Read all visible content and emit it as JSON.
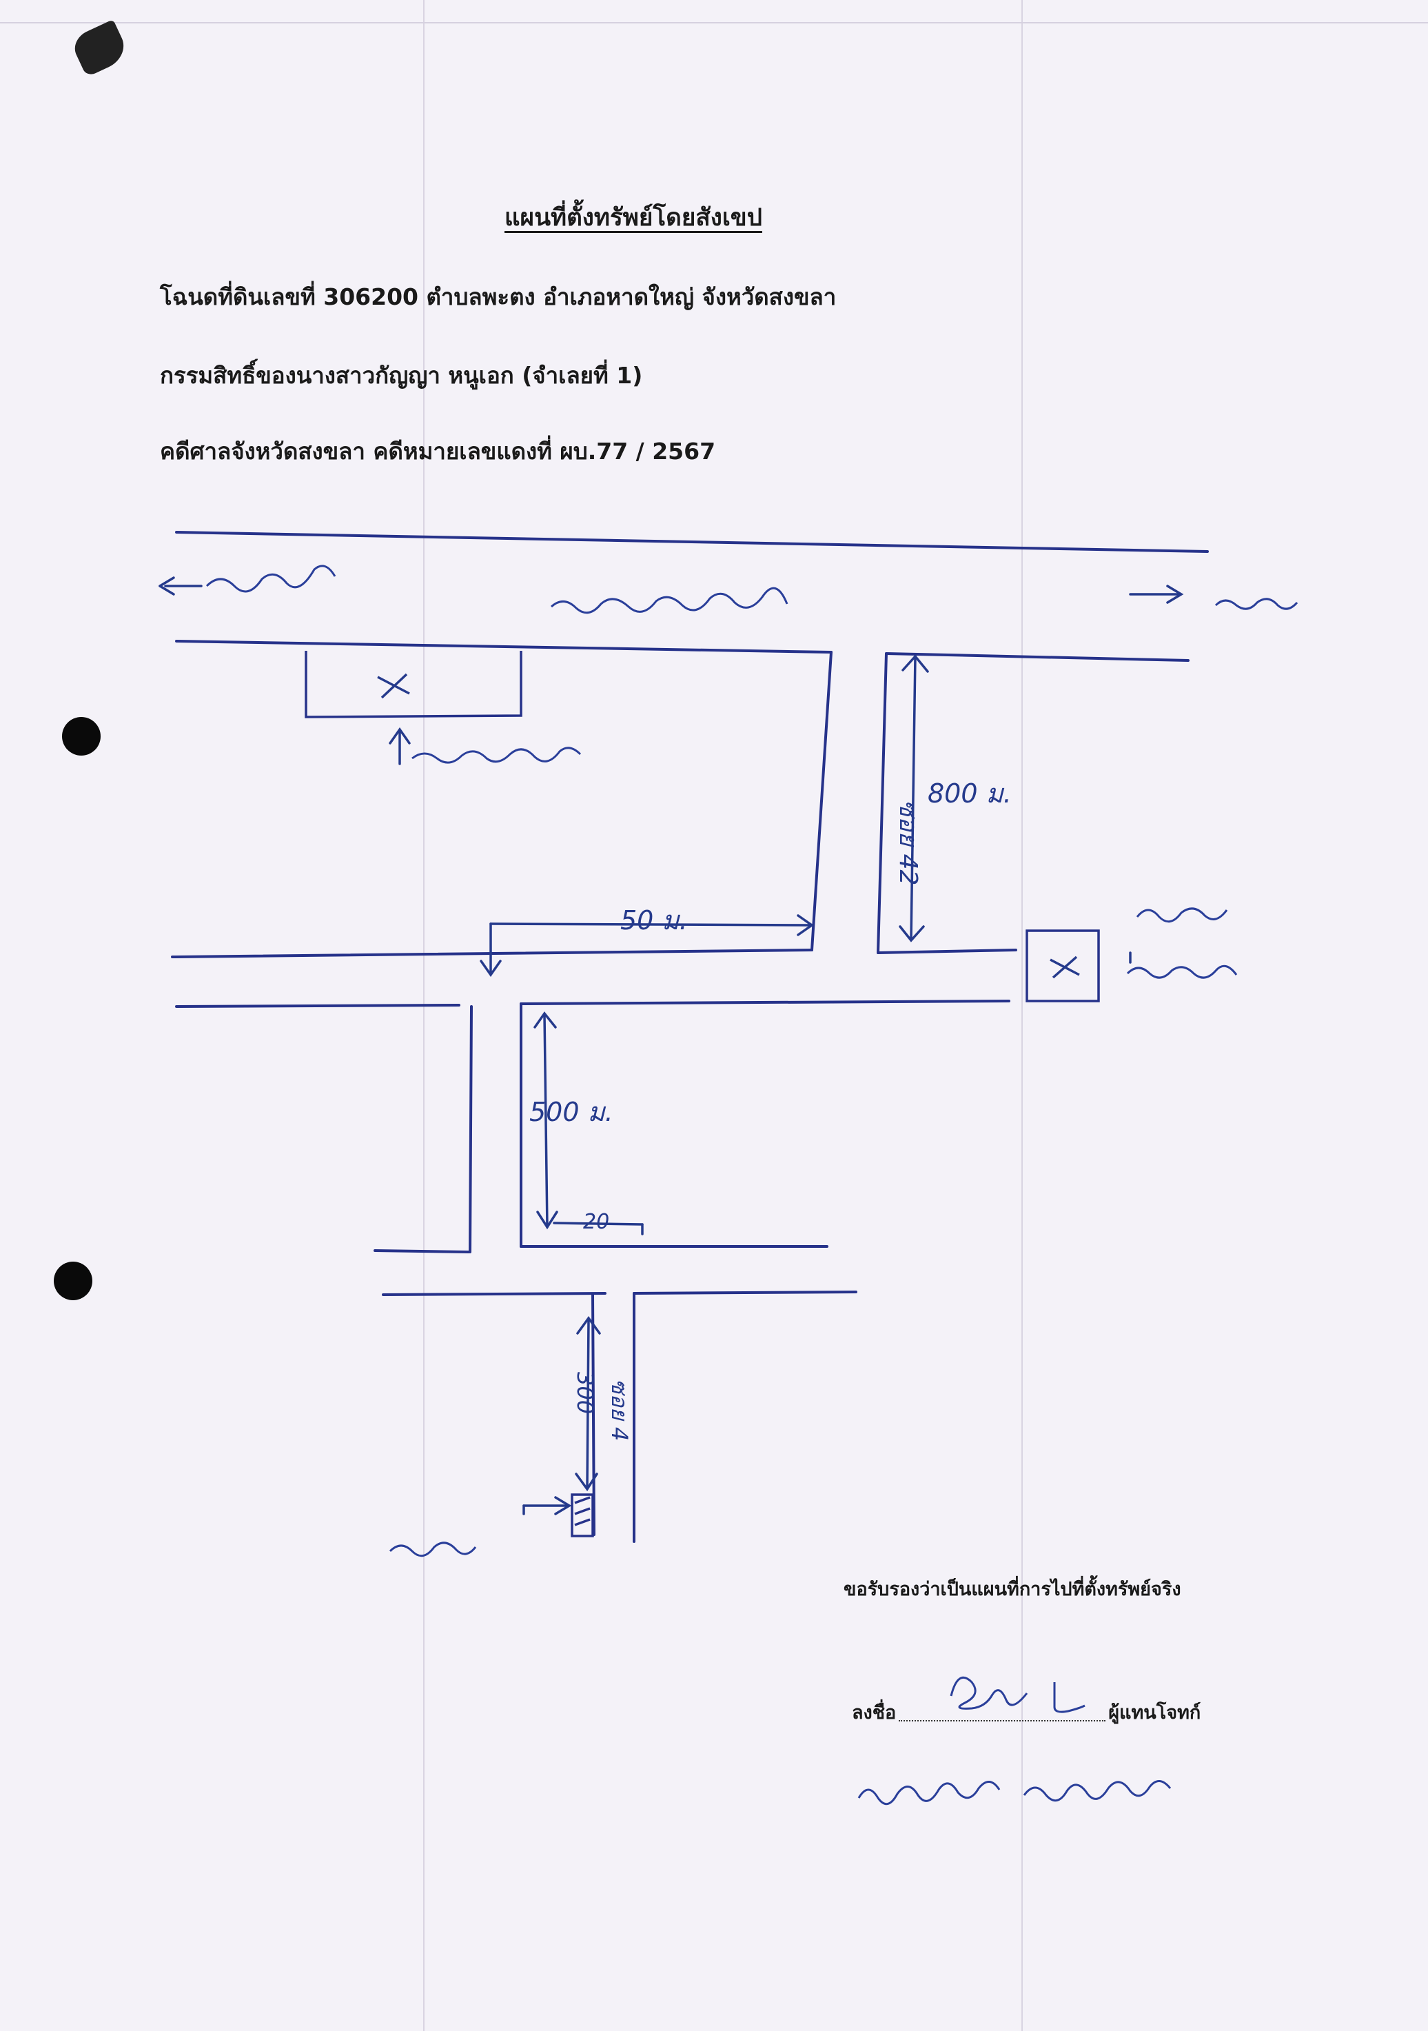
{
  "document": {
    "title": "แผนที่ตั้งทรัพย์โดยสังเขป",
    "deed_line": "โฉนดที่ดินเลขที่  306200    ตำบลพะตง  อำเภอหาดใหญ่  จังหวัดสงขลา",
    "owner_line": "กรรมสิทธิ์ของนางสาวกัญญา  หนูเอก  (จำเลยที่ 1)",
    "case_line": "คดีศาลจังหวัดสงขลา คดีหมายเลขแดงที่ ผบ.77 / 2567",
    "certify_text": "ขอรับรองว่าเป็นแผนที่การไปที่ตั้งทรัพย์จริง",
    "signature_prefix": "ลงชื่อ",
    "signature_suffix": "ผู้แทนโจทก์"
  },
  "sketch_map": {
    "labels": {
      "soi_42": "ซอย 42",
      "soi_4": "ซอย 4",
      "distance_800": "800 ม.",
      "distance_50": "50 ม.",
      "distance_500": "500 ม.",
      "distance_20": "20",
      "distance_300": "300"
    },
    "ink_color": "#253a8c"
  }
}
